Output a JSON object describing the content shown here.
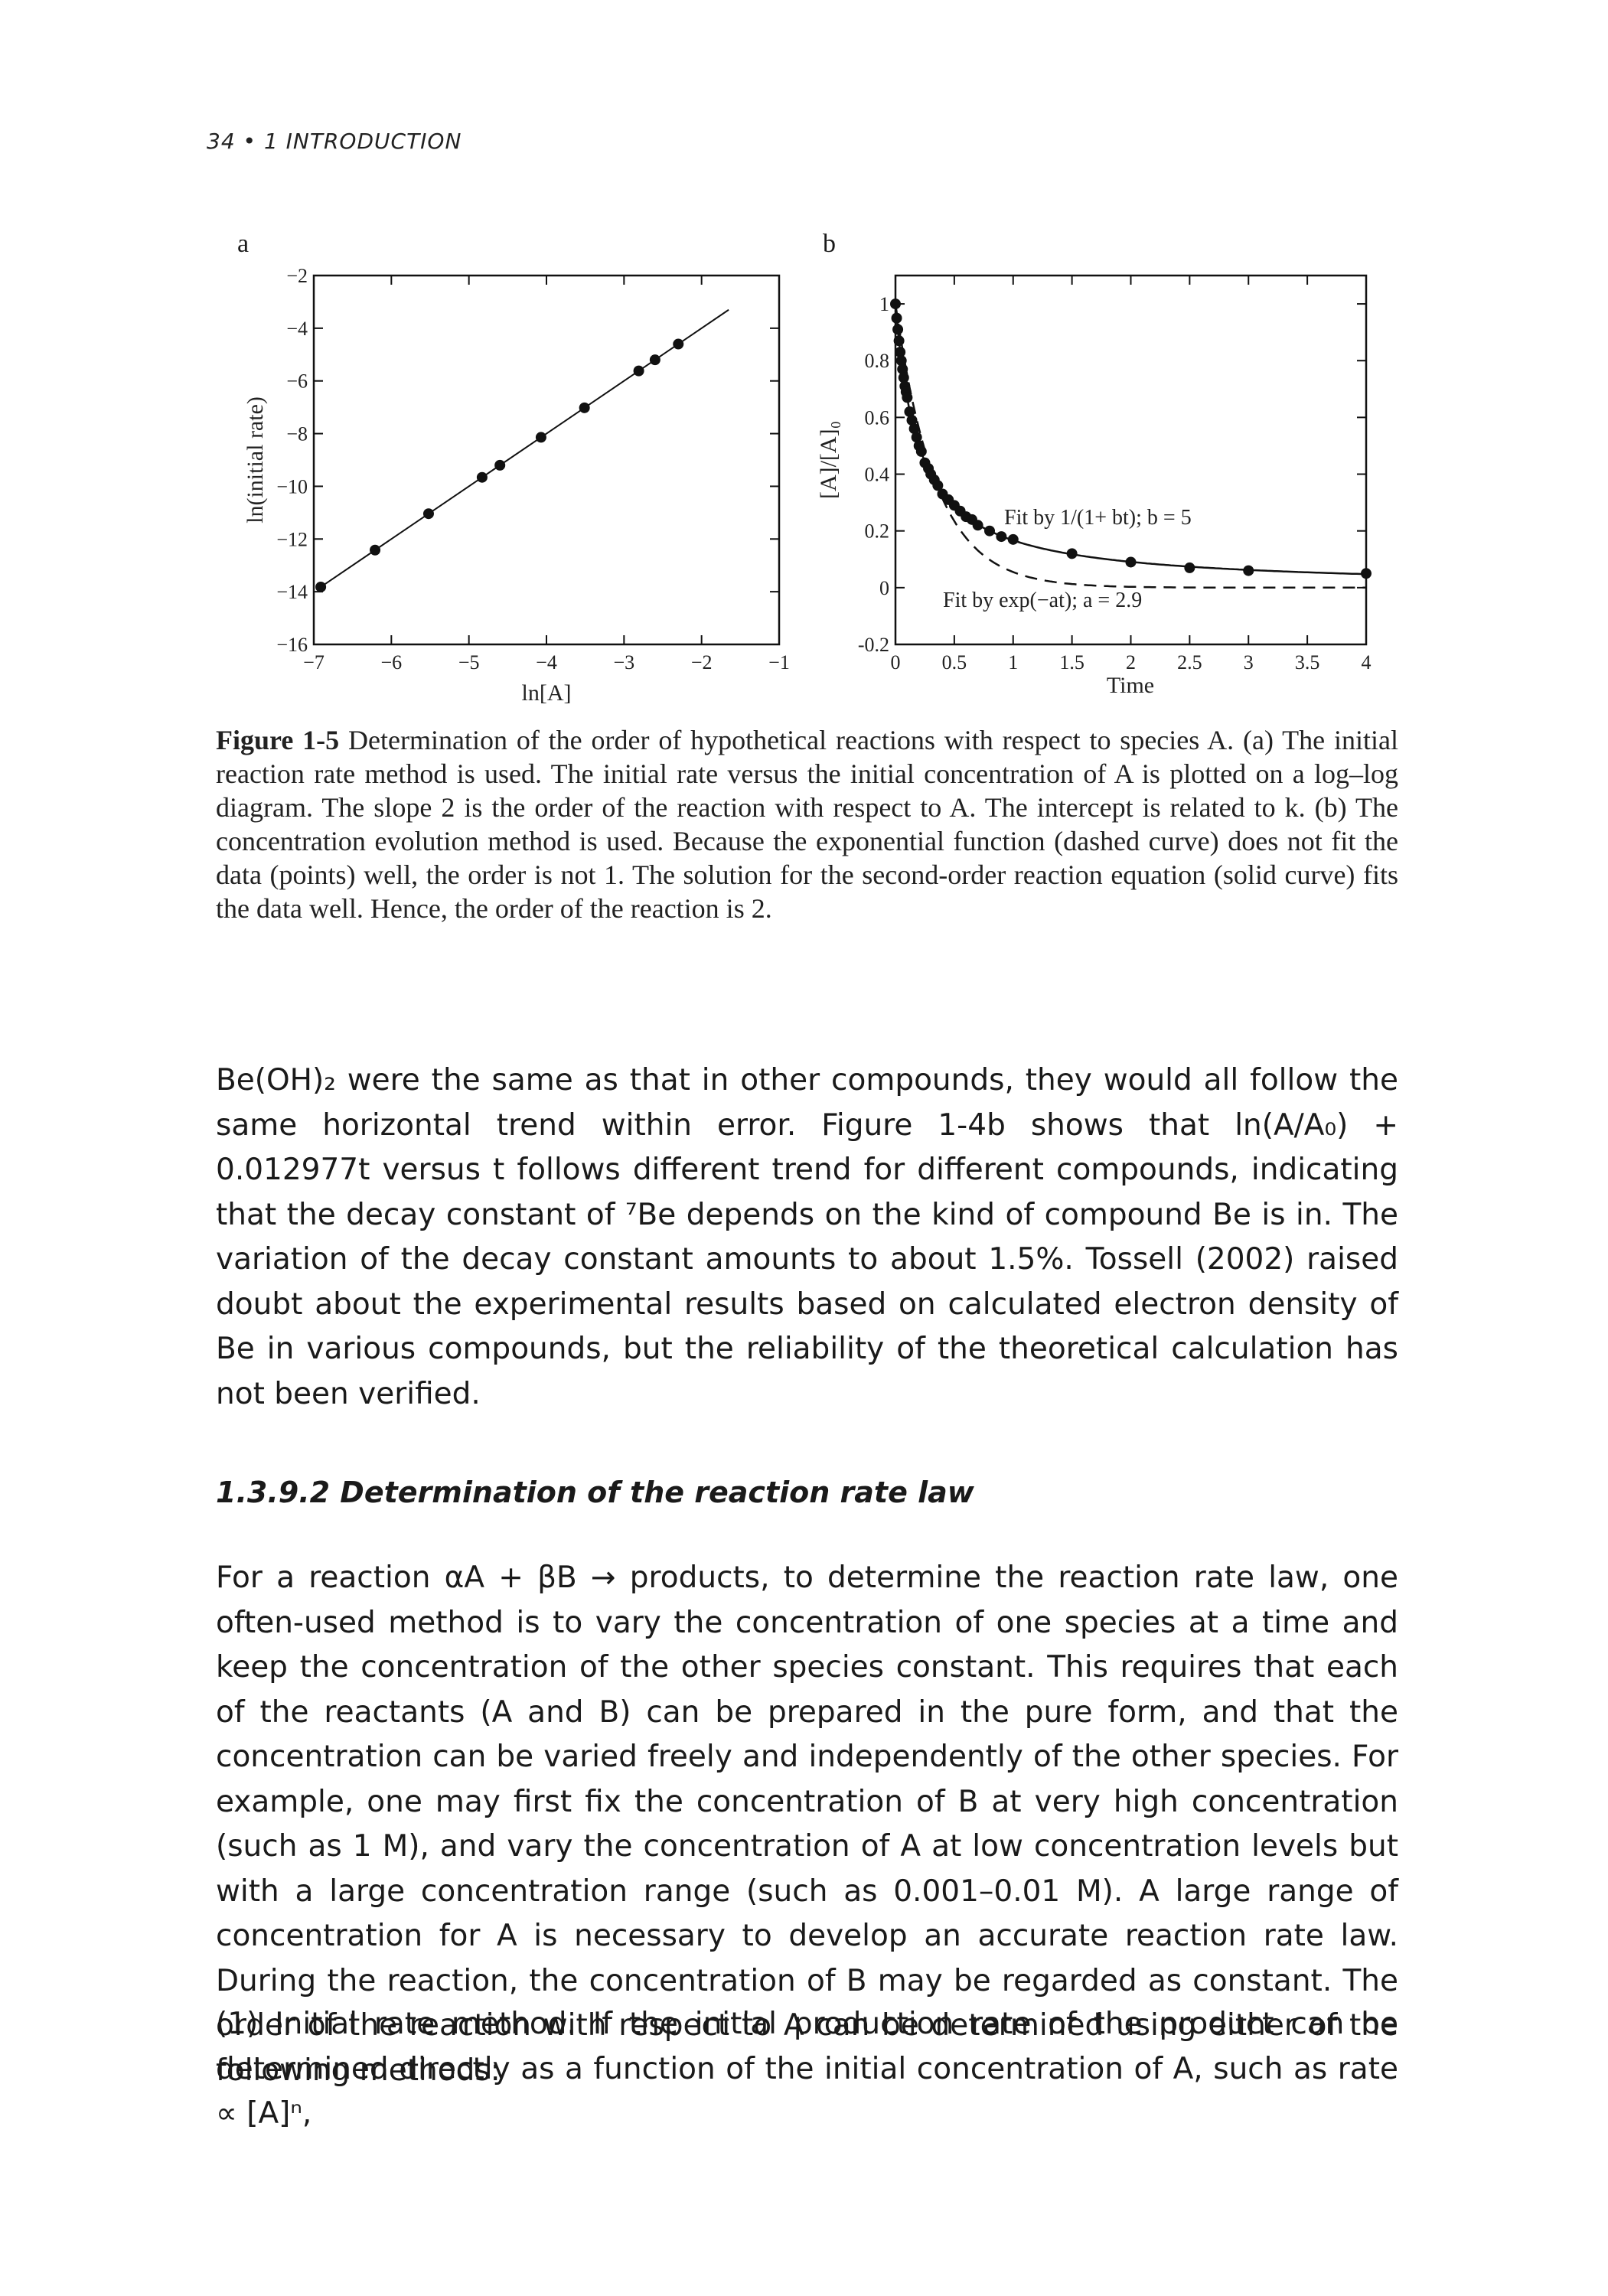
{
  "running_head": "34 • 1 INTRODUCTION",
  "panels": {
    "a": "a",
    "b": "b"
  },
  "chart_data": [
    {
      "type": "scatter",
      "panel": "a",
      "xlabel": "ln[A]",
      "ylabel": "ln(initial rate)",
      "xlim": [
        -7,
        -1
      ],
      "ylim": [
        -16,
        -2
      ],
      "xticks": [
        -7,
        -6,
        -5,
        -4,
        -3,
        -2,
        -1
      ],
      "yticks": [
        -2,
        -4,
        -6,
        -8,
        -10,
        -12,
        -14,
        -16
      ],
      "series": [
        {
          "x": [
            -6.91,
            -6.21,
            -5.52,
            -4.83,
            -4.6,
            -4.07,
            -3.51,
            -2.81,
            -2.6,
            -2.3
          ],
          "y": [
            -13.82,
            -12.42,
            -11.04,
            -9.66,
            -9.2,
            -8.14,
            -7.02,
            -5.62,
            -5.2,
            -4.6
          ]
        }
      ],
      "fit_line": {
        "x": [
          -6.91,
          -1.65
        ],
        "y": [
          -13.82,
          -3.3
        ]
      }
    },
    {
      "type": "scatter",
      "panel": "b",
      "xlabel": "Time",
      "ylabel": "[A]/[A]₀",
      "xlim": [
        0,
        4
      ],
      "ylim": [
        -0.2,
        1.1
      ],
      "xticks": [
        0,
        0.5,
        1,
        1.5,
        2,
        2.5,
        3,
        3.5,
        4
      ],
      "yticks": [
        -0.2,
        0,
        0.2,
        0.4,
        0.6,
        0.8,
        1
      ],
      "xtick_labels": [
        "0",
        "0.5",
        "1",
        "1.5",
        "2",
        "2.5",
        "3",
        "3.5",
        "4"
      ],
      "ytick_labels": [
        "-0.2",
        "0",
        "0.2",
        "0.4",
        "0.6",
        "0.8",
        "1"
      ],
      "series": [
        {
          "x": [
            0,
            0.01,
            0.02,
            0.03,
            0.04,
            0.05,
            0.06,
            0.07,
            0.08,
            0.09,
            0.1,
            0.12,
            0.14,
            0.16,
            0.18,
            0.2,
            0.22,
            0.25,
            0.28,
            0.3,
            0.33,
            0.36,
            0.4,
            0.45,
            0.5,
            0.55,
            0.6,
            0.65,
            0.7,
            0.8,
            0.9,
            1.0,
            1.5,
            2.0,
            2.5,
            3.0,
            4.0
          ],
          "y": [
            1.0,
            0.95,
            0.91,
            0.87,
            0.83,
            0.8,
            0.77,
            0.74,
            0.71,
            0.69,
            0.67,
            0.62,
            0.59,
            0.56,
            0.53,
            0.5,
            0.48,
            0.44,
            0.42,
            0.4,
            0.38,
            0.36,
            0.33,
            0.31,
            0.29,
            0.27,
            0.25,
            0.24,
            0.22,
            0.2,
            0.18,
            0.17,
            0.12,
            0.09,
            0.07,
            0.06,
            0.05
          ]
        }
      ],
      "fits": [
        {
          "label": "Fit by 1/(1+ bt); b = 5",
          "b": 5,
          "style": "solid"
        },
        {
          "label": "Fit by exp(−at); a = 2.9",
          "a": 2.9,
          "style": "dashed"
        }
      ]
    }
  ],
  "caption": {
    "label": "Figure 1-5",
    "text": " Determination of the order of hypothetical reactions with respect to species A. (a) The initial reaction rate method is used. The initial rate versus the initial concentration of A is plotted on a log–log diagram. The slope 2 is the order of the reaction with respect to A. The intercept is related to k. (b) The concentration evolution method is used. Because the exponential function (dashed curve) does not fit the data (points) well, the order is not 1. The solution for the second-order reaction equation (solid curve) fits the data well. Hence, the order of the reaction is 2."
  },
  "paragraph1": "Be(OH)₂ were the same as that in other compounds, they would all follow the same horizontal trend within error. Figure 1-4b shows that ln(A/A₀) + 0.012977t versus t follows different trend for different compounds, indicating that the decay constant of ⁷Be depends on the kind of compound Be is in. The variation of the decay constant amounts to about 1.5%. Tossell (2002) raised doubt about the experimental results based on calculated electron density of Be in various compounds, but the reliability of the theoretical calculation has not been verified.",
  "section_heading": "1.3.9.2 Determination of the reaction rate law",
  "paragraph2": "For a reaction αA + βB → products, to determine the reaction rate law, one often-used method is to vary the concentration of one species at a time and keep the concentration of the other species constant. This requires that each of the reactants (A and B) can be prepared in the pure form, and that the concentration can be varied freely and independently of the other species. For example, one may first fix the concentration of B at very high concentration (such as 1 M), and vary the concentration of A at low concentration levels but with a large concentration range (such as 0.001–0.01 M). A large range of concentration for A is necessary to develop an accurate reaction rate law. During the reaction, the concentration of B may be regarded as constant. The order of the reaction with respect to A can be determined using either of the following methods:",
  "paragraph3": "(1) Initial rate method. If the initial production rate of the product can be determined directly as a function of the initial concentration of A, such as rate ∝ [A]ⁿ,"
}
